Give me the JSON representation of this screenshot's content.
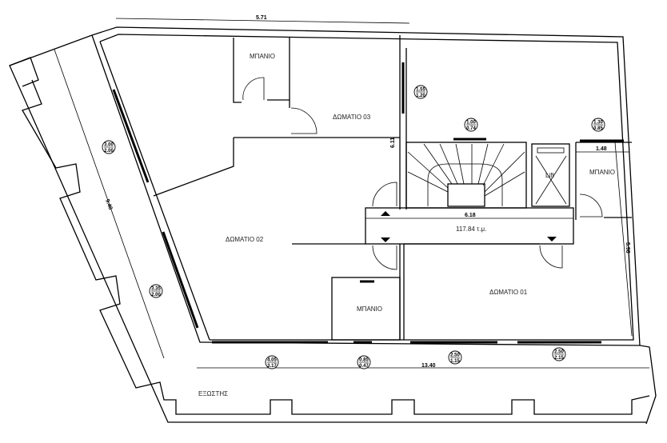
{
  "rooms": {
    "bathroom_top": "ΜΠΑΝΙΟ",
    "room03": "ΔΩΜΑΤΙΟ 03",
    "room02": "ΔΩΜΑΤΙΟ 02",
    "room01": "ΔΩΜΑΤΙΟ 01",
    "bathroom_right": "ΜΠΑΝΙΟ",
    "bathroom_bottom": "ΜΠΑΝΙΟ",
    "balcony": "ΕΞΩΣΤΗΣ",
    "lift": "Lift",
    "area": "117.84 τ.μ."
  },
  "dimensions": {
    "top": "5.71",
    "left": "9.40",
    "wall_vertical": "6.11",
    "corridor": "6.18",
    "bath_width": "1.48",
    "right": "5.98",
    "bottom": "13.40"
  },
  "window_tags": [
    {
      "w": "3.00",
      "h": "2.00"
    },
    {
      "w": "1.55",
      "h": "1.20"
    },
    {
      "w": "1.00",
      "h": "0.74"
    },
    {
      "w": "1.30",
      "h": "0.85"
    },
    {
      "w": "3.35",
      "h": "2.00"
    },
    {
      "w": "4.05",
      "h": "3.17"
    },
    {
      "w": "0.85",
      "h": "0.47"
    },
    {
      "w": "2.50",
      "h": "1.15"
    },
    {
      "w": "2.50",
      "h": "2.15"
    }
  ]
}
